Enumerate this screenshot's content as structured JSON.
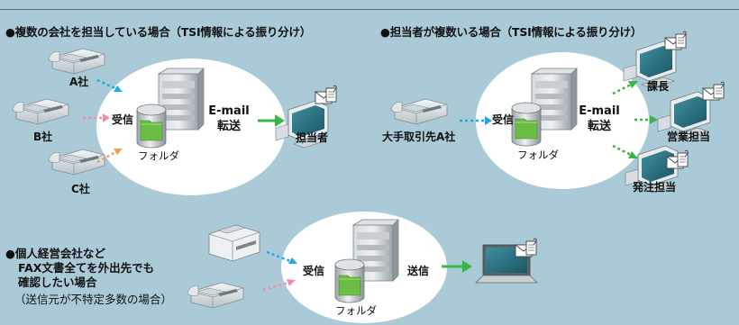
{
  "section1": {
    "title": "●複数の会社を担当している場合（TSI情報による振り分け）",
    "senders": [
      "A社",
      "B社",
      "C社"
    ],
    "receive": "受信",
    "folder": "フォルダ",
    "email_line1": "E-mail",
    "email_line2": "転送",
    "recipient": "担当者"
  },
  "section2": {
    "title": "●担当者が複数いる場合（TSI情報による振り分け）",
    "sender": "大手取引先A社",
    "receive": "受信",
    "folder": "フォルダ",
    "email_line1": "E-mail",
    "email_line2": "転送",
    "recipients": [
      "課長",
      "営業担当",
      "発注担当"
    ]
  },
  "section3": {
    "note_line1": "●個人経営会社など",
    "note_line2": "FAX文書全てを外出先でも",
    "note_line3": "確認したい場合",
    "note_line4": "（送信元が不特定多数の場合）",
    "receive": "受信",
    "folder": "フォルダ",
    "send": "送信"
  },
  "colors": {
    "background": "#a9cad6",
    "ellipse": "#ffffff",
    "arrow_blue": "#1fa9e0",
    "arrow_pink": "#f08cb4",
    "arrow_orange": "#f0a05a",
    "arrow_green": "#39b54a",
    "folder_green": "#6cbd45"
  }
}
